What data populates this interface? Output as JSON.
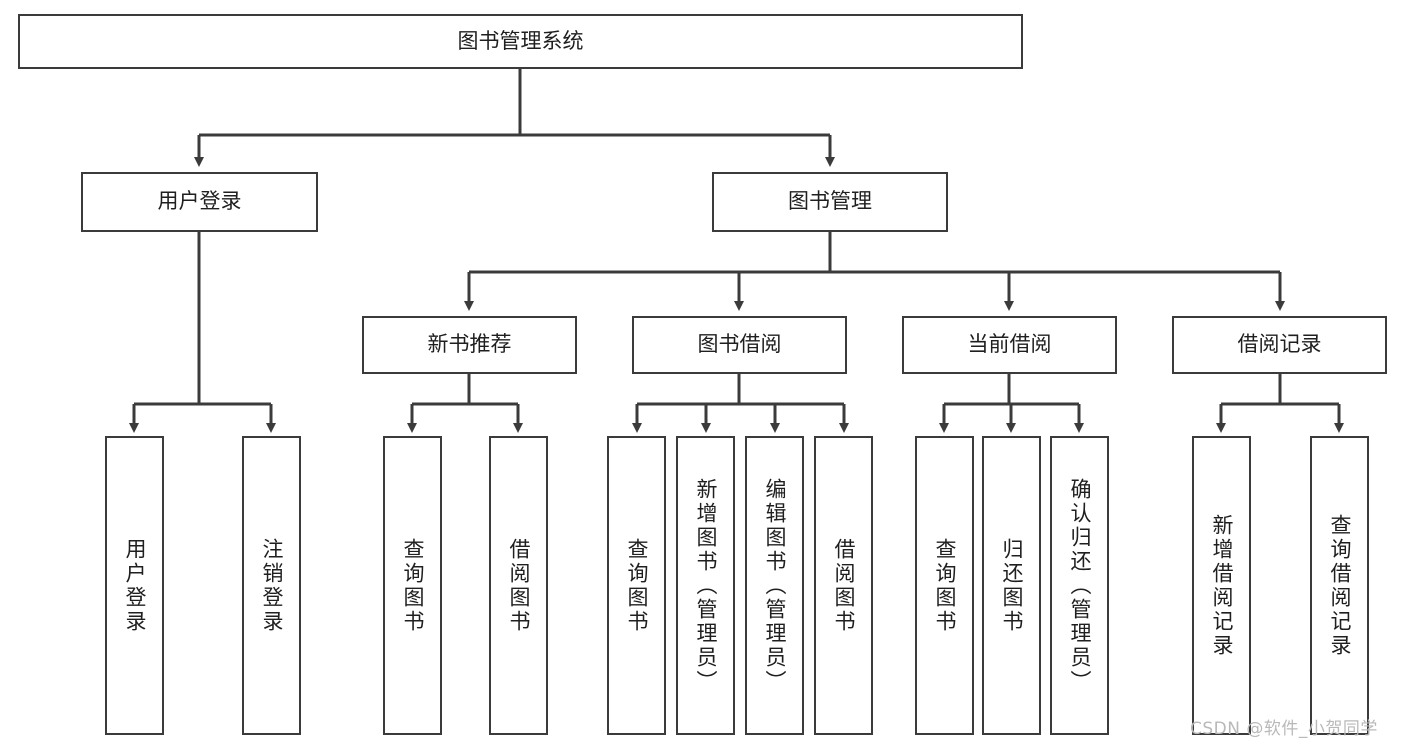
{
  "diagram": {
    "type": "tree-hierarchy",
    "title": "图书管理系统",
    "orientation": "top-down",
    "colors": {
      "box_border": "#3b3b3b",
      "box_fill": "#ffffff",
      "edge": "#3b3b3b",
      "text": "#1f1f1f",
      "watermark": "#b9b9b9"
    },
    "nodes": {
      "root": {
        "label": "图书管理系统",
        "level": 1
      },
      "user_login": {
        "label": "用户登录",
        "level": 2
      },
      "book_manage": {
        "label": "图书管理",
        "level": 2
      },
      "new_book_rec": {
        "label": "新书推荐",
        "level": 3
      },
      "book_borrow": {
        "label": "图书借阅",
        "level": 3
      },
      "current_borrow": {
        "label": "当前借阅",
        "level": 3
      },
      "borrow_record": {
        "label": "借阅记录",
        "level": 3
      },
      "leaf_user_login": {
        "label": "用户登录",
        "level": 4
      },
      "leaf_logout": {
        "label": "注销登录",
        "level": 4
      },
      "leaf_query_book_1": {
        "label": "查询图书",
        "level": 4
      },
      "leaf_borrow_book_1": {
        "label": "借阅图书",
        "level": 4
      },
      "leaf_query_book_2": {
        "label": "查询图书",
        "level": 4
      },
      "leaf_add_book": {
        "label": "新增图书（管理员）",
        "level": 4
      },
      "leaf_edit_book": {
        "label": "编辑图书（管理员）",
        "level": 4
      },
      "leaf_borrow_book_2": {
        "label": "借阅图书",
        "level": 4
      },
      "leaf_query_book_3": {
        "label": "查询图书",
        "level": 4
      },
      "leaf_return_book": {
        "label": "归还图书",
        "level": 4
      },
      "leaf_confirm_return": {
        "label": "确认归还（管理员）",
        "level": 4
      },
      "leaf_add_record": {
        "label": "新增借阅记录",
        "level": 4
      },
      "leaf_query_record": {
        "label": "查询借阅记录",
        "level": 4
      }
    },
    "edges": [
      {
        "from": "root",
        "to": "user_login"
      },
      {
        "from": "root",
        "to": "book_manage"
      },
      {
        "from": "book_manage",
        "to": "new_book_rec"
      },
      {
        "from": "book_manage",
        "to": "book_borrow"
      },
      {
        "from": "book_manage",
        "to": "current_borrow"
      },
      {
        "from": "book_manage",
        "to": "borrow_record"
      },
      {
        "from": "user_login",
        "to": "leaf_user_login"
      },
      {
        "from": "user_login",
        "to": "leaf_logout"
      },
      {
        "from": "new_book_rec",
        "to": "leaf_query_book_1"
      },
      {
        "from": "new_book_rec",
        "to": "leaf_borrow_book_1"
      },
      {
        "from": "book_borrow",
        "to": "leaf_query_book_2"
      },
      {
        "from": "book_borrow",
        "to": "leaf_add_book"
      },
      {
        "from": "book_borrow",
        "to": "leaf_edit_book"
      },
      {
        "from": "book_borrow",
        "to": "leaf_borrow_book_2"
      },
      {
        "from": "current_borrow",
        "to": "leaf_query_book_3"
      },
      {
        "from": "current_borrow",
        "to": "leaf_return_book"
      },
      {
        "from": "current_borrow",
        "to": "leaf_confirm_return"
      },
      {
        "from": "borrow_record",
        "to": "leaf_add_record"
      },
      {
        "from": "borrow_record",
        "to": "leaf_query_record"
      }
    ]
  },
  "watermark": {
    "text": "CSDN @软件_小贺同学"
  }
}
